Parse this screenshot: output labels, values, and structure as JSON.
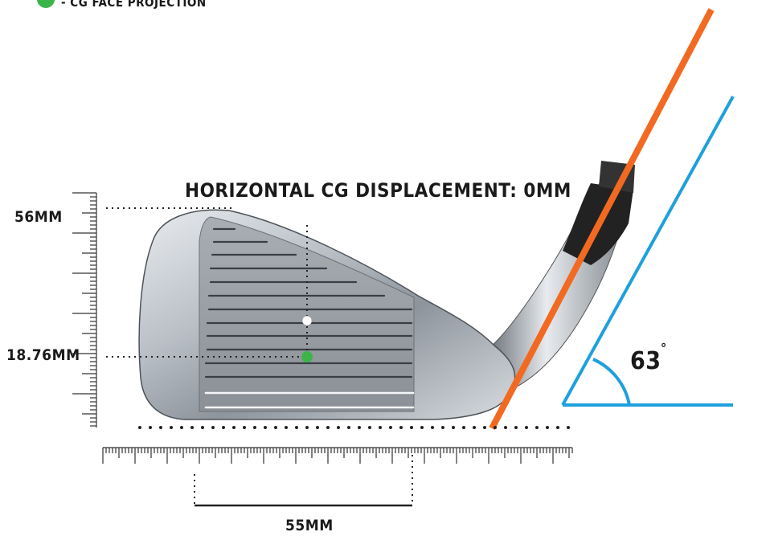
{
  "legend": {
    "text": "- CG FACE PROJECTION",
    "dot_color": "#3cb44a"
  },
  "labels": {
    "horizontal_cg": "HORIZONTAL CG DISPLACEMENT: 0MM",
    "height_top": "56MM",
    "cg_height": "18.76MM",
    "width": "55MM",
    "lie_angle": "63",
    "degree_symbol": "°"
  },
  "colors": {
    "shaft_line": "#f26a21",
    "angle_lines": "#1ea0dc",
    "cg_dot": "#3cb44a",
    "center_dot": "#ffffff",
    "ink": "#1a1a1a"
  },
  "icons": {
    "club_head": "golf-iron-head-icon"
  }
}
